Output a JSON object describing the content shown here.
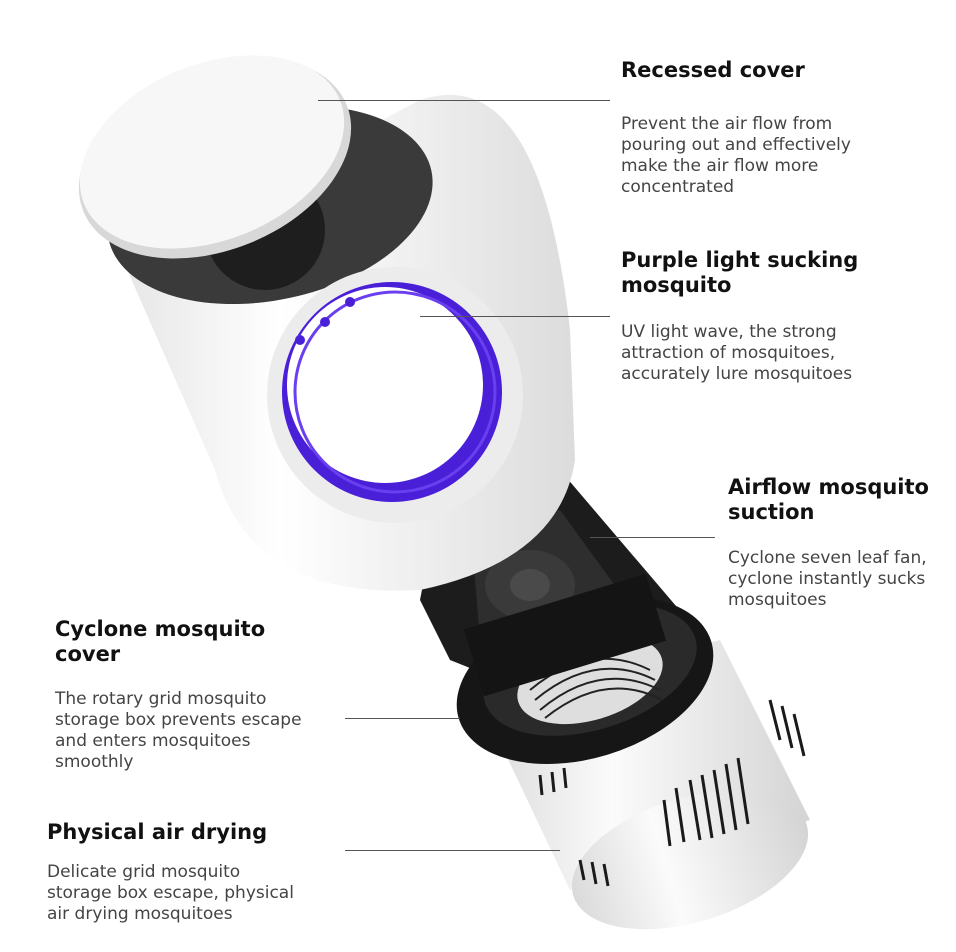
{
  "callouts": [
    {
      "title": "Recessed cover",
      "description": [
        "Prevent the air flow from",
        "pouring out and effectively",
        "make the air flow more",
        "concentrated"
      ]
    },
    {
      "title": [
        "Purple light sucking",
        "mosquito"
      ],
      "description": [
        "UV light wave, the strong",
        "attraction of mosquitoes,",
        "accurately lure mosquitoes"
      ]
    },
    {
      "title": [
        "Airflow mosquito",
        "suction"
      ],
      "description": [
        "Cyclone seven leaf fan,",
        "cyclone instantly sucks",
        "mosquitoes"
      ]
    },
    {
      "title": [
        "Cyclone mosquito",
        "cover"
      ],
      "description": [
        "The rotary grid mosquito",
        "storage box prevents escape",
        "and enters mosquitoes",
        "smoothly"
      ]
    },
    {
      "title": "Physical air drying",
      "description": [
        "Delicate grid mosquito",
        "storage box escape, physical",
        "air drying mosquitoes"
      ]
    }
  ],
  "colors": {
    "uv_ring": "#4a1fd8",
    "device_white": "#f2f2f2",
    "device_dark": "#1c1c1c"
  }
}
